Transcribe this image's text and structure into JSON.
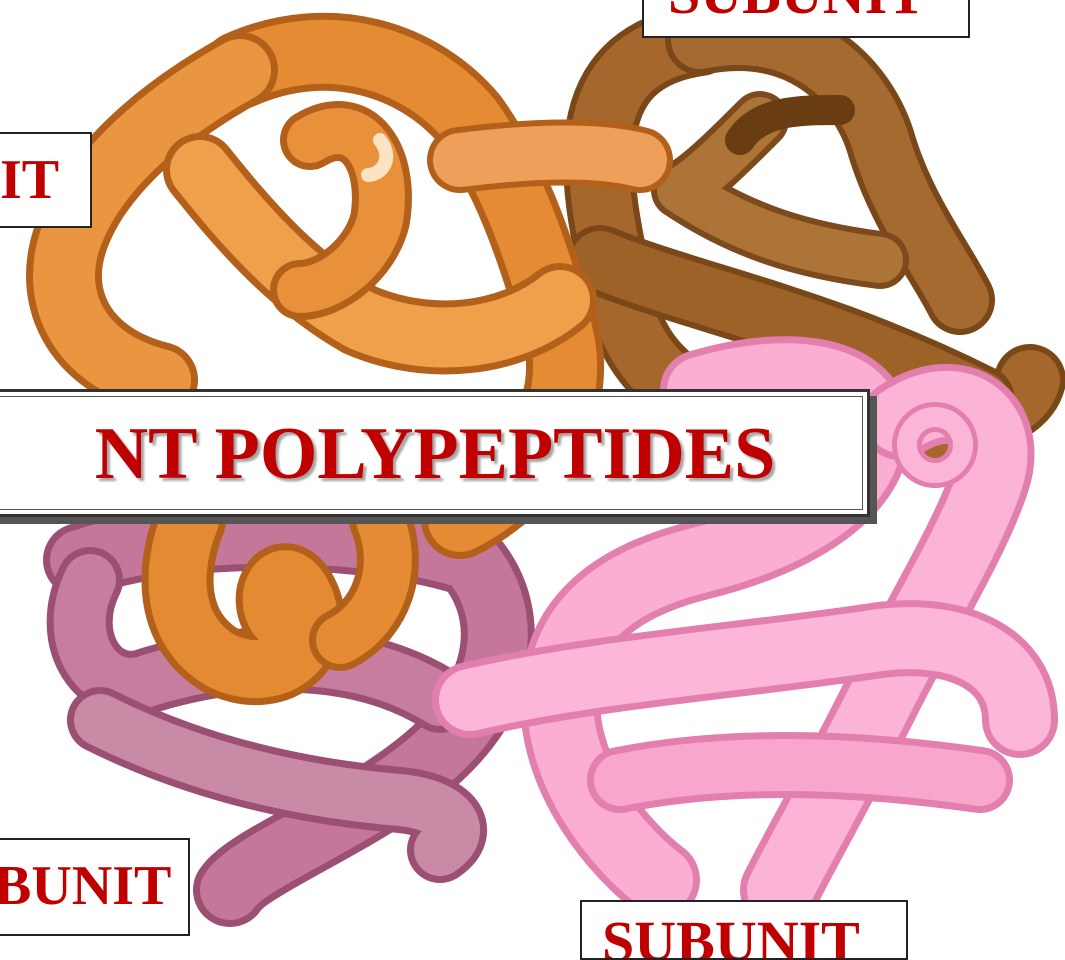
{
  "labels": {
    "top_right": "SUBUNIT",
    "left": "IT",
    "bottom_left": "BUNIT",
    "bottom_right": "SUBUNIT"
  },
  "title": "NT POLYPEPTIDES",
  "colors": {
    "label_text": "#c00000",
    "subunit_orange": "#e08a2e",
    "subunit_brown": "#a0642a",
    "subunit_mauve": "#c06f96",
    "subunit_pink": "#f59ac6"
  }
}
